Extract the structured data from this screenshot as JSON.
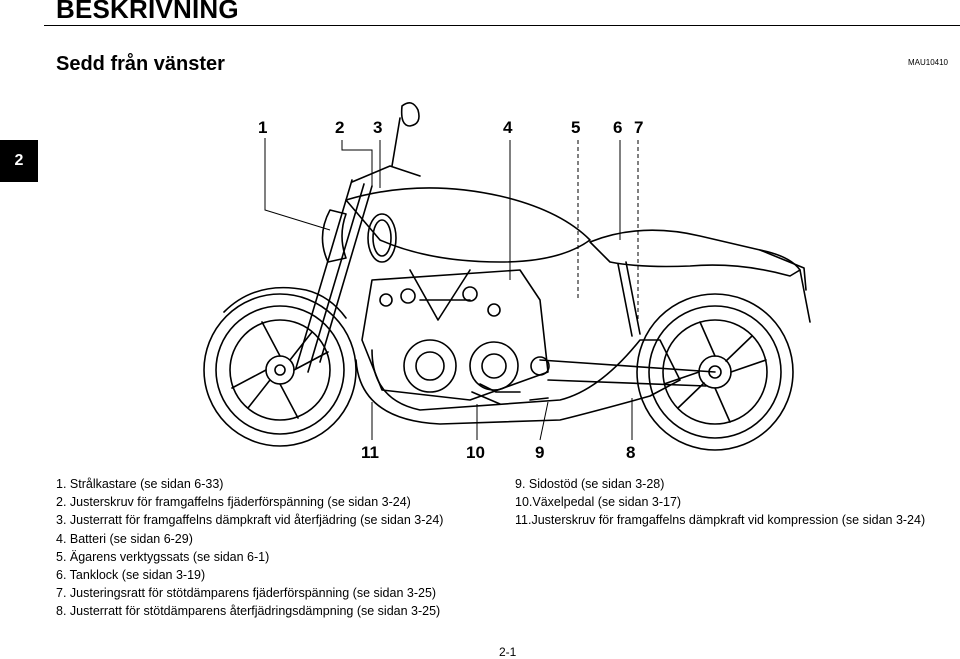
{
  "header": {
    "title": "BESKRIVNING",
    "subtitle": "Sedd från vänster",
    "code": "MAU10410",
    "chapter": "2"
  },
  "callouts": {
    "top": [
      "1",
      "2",
      "3",
      "4",
      "5",
      "6",
      "7"
    ],
    "bottom": [
      "11",
      "10",
      "9",
      "8"
    ]
  },
  "legend_left": [
    "1. Strålkastare (se sidan 6-33)",
    "2. Justerskruv för framgaffelns fjäderförspänning (se sidan 3-24)",
    "3. Justerratt för framgaffelns dämpkraft vid återfjädring (se sidan 3-24)",
    "4. Batteri (se sidan 6-29)",
    "5. Ägarens verktygssats (se sidan 6-1)",
    "6. Tanklock (se sidan 3-19)",
    "7. Justeringsratt för stötdämparens fjäderförspänning (se sidan 3-25)",
    "8. Justerratt för stötdämparens återfjädringsdämpning (se sidan 3-25)"
  ],
  "legend_right": [
    "9. Sidostöd (se sidan 3-28)",
    "10.Växelpedal (se sidan 3-17)",
    "11.Justerskruv för framgaffelns dämpkraft vid kompression (se sidan 3-24)"
  ],
  "footer": {
    "page": "2-1"
  }
}
